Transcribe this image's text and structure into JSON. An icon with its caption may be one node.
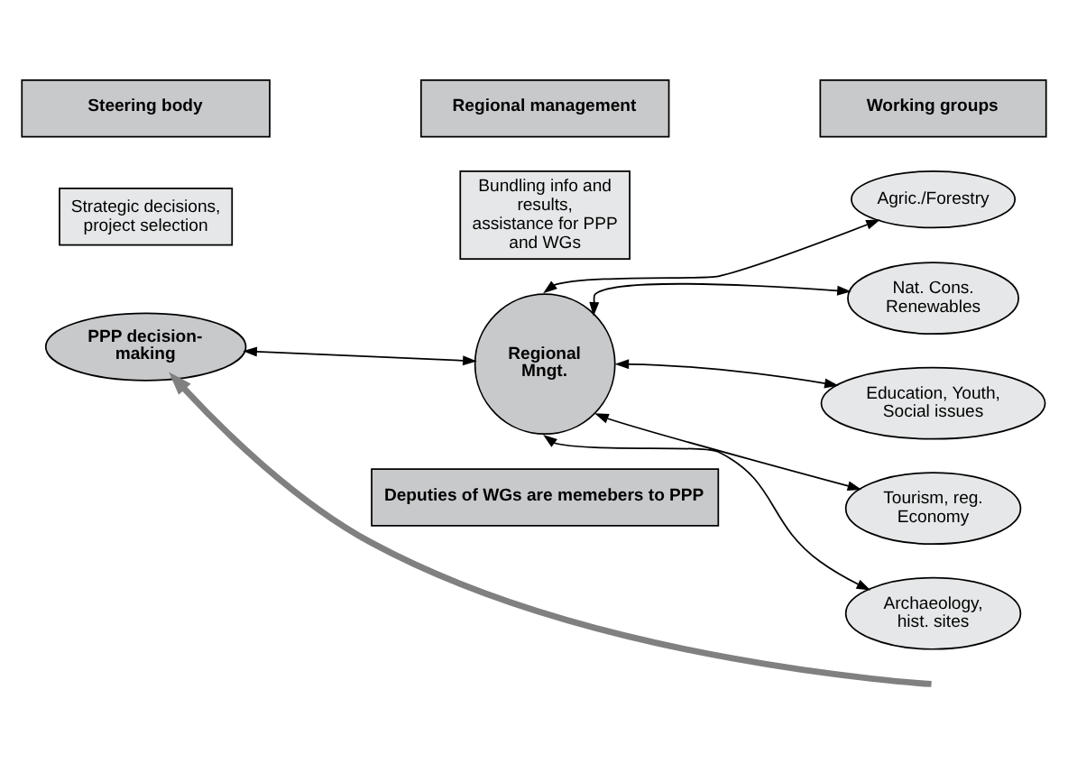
{
  "diagram": {
    "nodes": [
      {
        "text": [
          "Steering body"
        ]
      },
      {
        "text": [
          "Regional management"
        ]
      },
      {
        "text": [
          "Working groups"
        ]
      },
      {
        "text": [
          "Strategic decisions, project selection"
        ]
      },
      {
        "text": [
          "Bundling info and results, assistance for PPP and WGs"
        ]
      },
      {
        "text": [
          "PPP decision-making"
        ]
      },
      {
        "text": [
          "Regional Mngt."
        ]
      },
      {
        "text": [
          "Agric./Forestry"
        ]
      },
      {
        "text": [
          "Nat. Cons. Renewables"
        ]
      },
      {
        "text": [
          "Education, Youth, Social issues"
        ]
      },
      {
        "text": [
          "Tourism, reg. Economy"
        ]
      },
      {
        "text": [
          "Archaeology, hist. sites"
        ]
      },
      {
        "text": [
          "Deputies of WGs are memebers to PPP"
        ]
      }
    ],
    "edges": [
      {
        "from": 5,
        "to": 6,
        "arrow": "both"
      },
      {
        "from": 6,
        "to": 7,
        "arrow": "both"
      },
      {
        "from": 6,
        "to": 8,
        "arrow": "both"
      },
      {
        "from": 6,
        "to": 9,
        "arrow": "both"
      },
      {
        "from": 6,
        "to": 10,
        "arrow": "both"
      },
      {
        "from": 6,
        "to": 11,
        "arrow": "both"
      },
      {
        "from": null,
        "to": 5,
        "arrow": "to",
        "style": "thick",
        "color": "#808080"
      }
    ]
  }
}
